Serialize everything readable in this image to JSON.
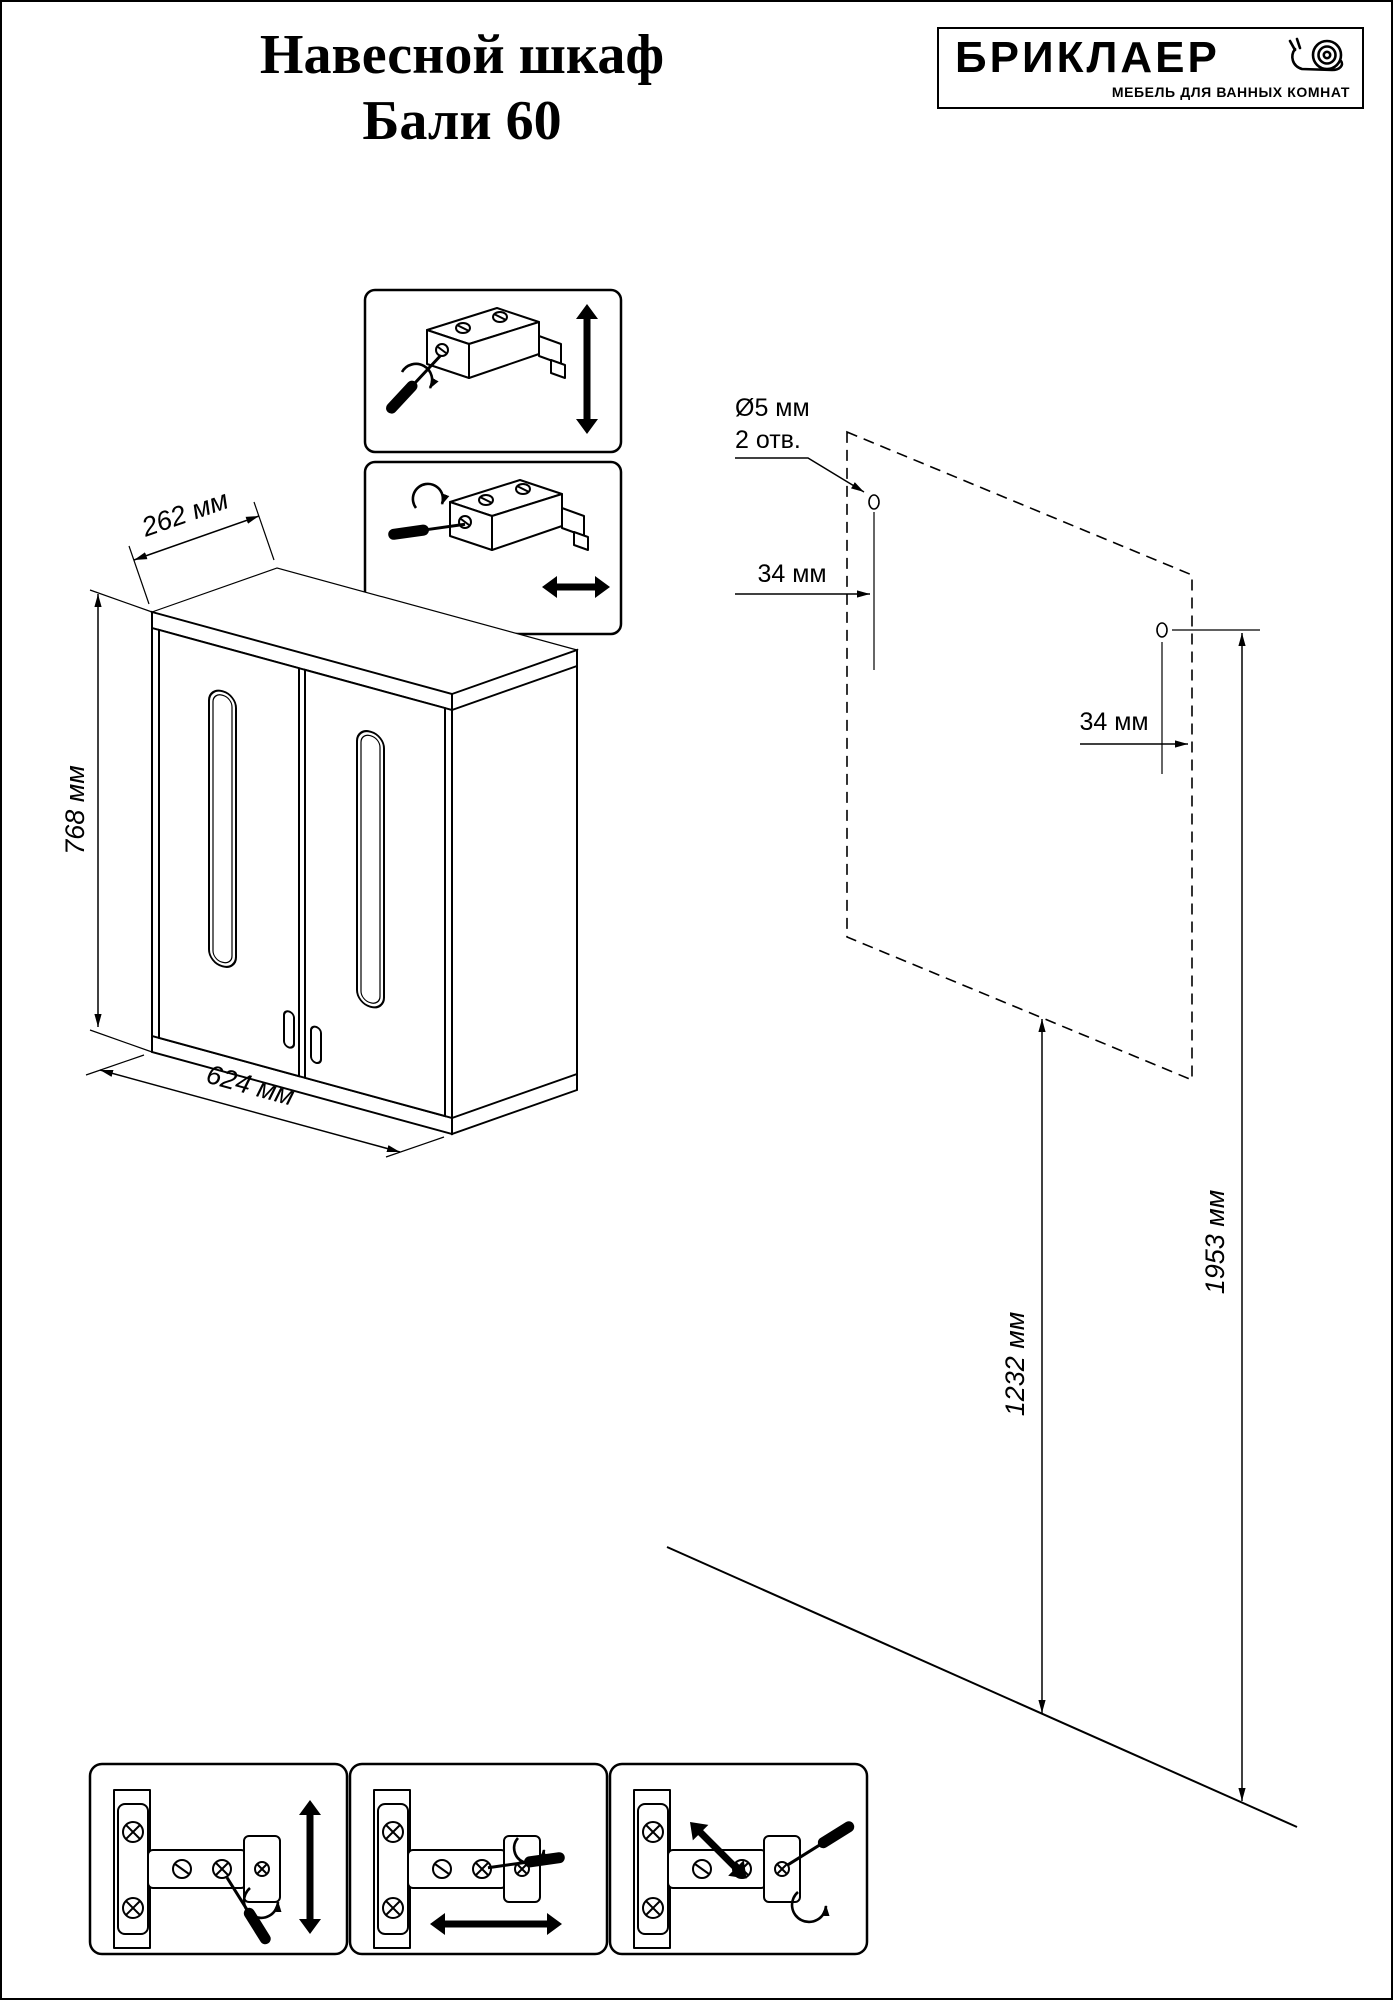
{
  "title": {
    "line1": "Навесной шкаф",
    "line2": "Бали 60"
  },
  "logo": {
    "brand": "БРИКЛАЕР",
    "tagline": "МЕБЕЛЬ ДЛЯ ВАННЫХ КОМНАТ",
    "icon": "snail-icon"
  },
  "dimensions": {
    "depth": "262 мм",
    "height": "768 мм",
    "width": "624 мм"
  },
  "mounting": {
    "hole_diameter": "Ø5 мм",
    "hole_count": "2 отв.",
    "offset_left": "34 мм",
    "offset_right": "34 мм",
    "height_to_bottom": "1232 мм",
    "height_to_holes": "1953 мм"
  }
}
